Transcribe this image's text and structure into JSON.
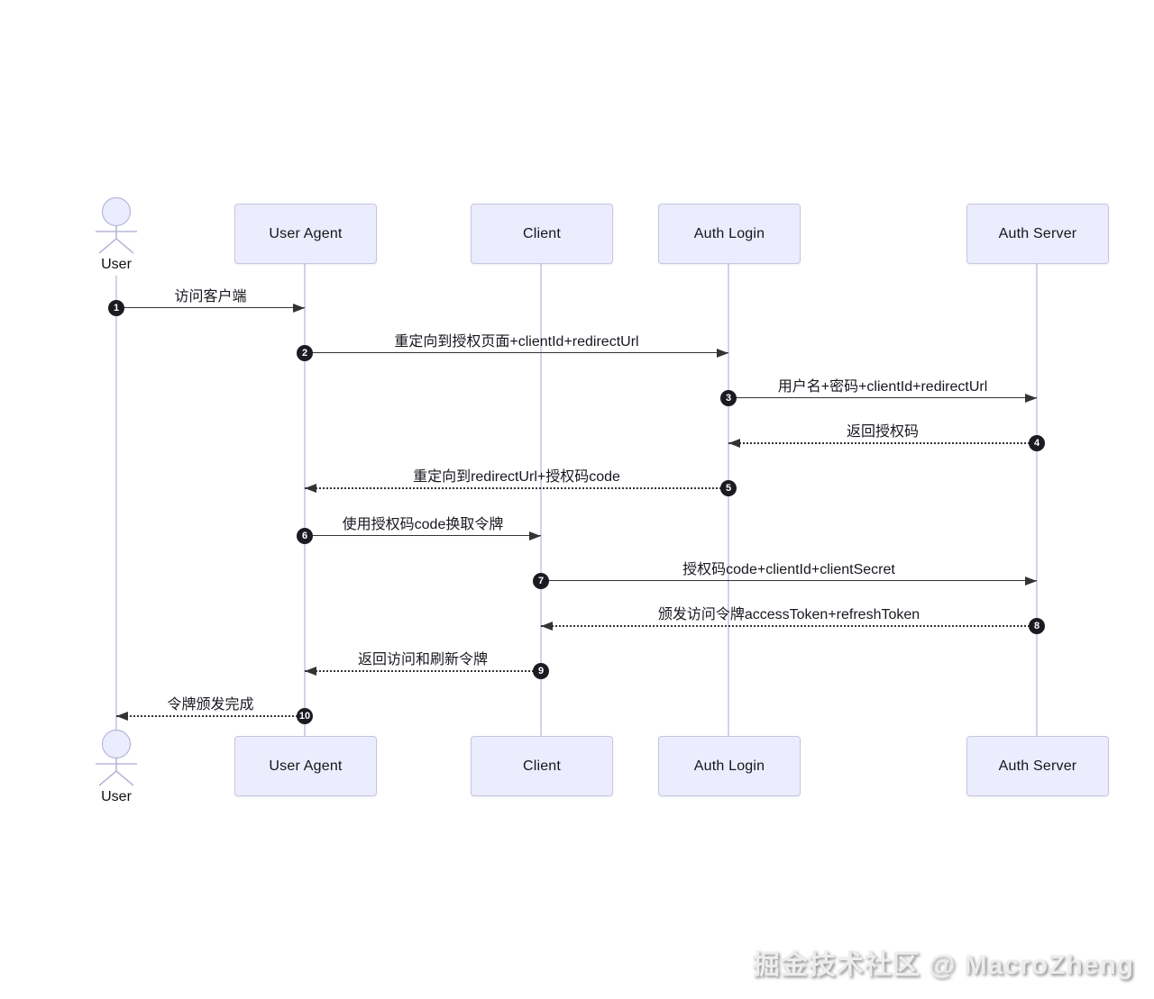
{
  "diagram": {
    "type": "sequence",
    "participants": [
      {
        "id": "user",
        "label": "User",
        "kind": "actor"
      },
      {
        "id": "user-agent",
        "label": "User Agent",
        "kind": "box"
      },
      {
        "id": "client",
        "label": "Client",
        "kind": "box"
      },
      {
        "id": "auth-login",
        "label": "Auth Login",
        "kind": "box"
      },
      {
        "id": "auth-server",
        "label": "Auth Server",
        "kind": "box"
      }
    ],
    "messages": [
      {
        "num": "1",
        "text": "访问客户端",
        "from": "user",
        "to": "user-agent",
        "line": "solid"
      },
      {
        "num": "2",
        "text": "重定向到授权页面+clientId+redirectUrl",
        "from": "user-agent",
        "to": "auth-login",
        "line": "solid"
      },
      {
        "num": "3",
        "text": "用户名+密码+clientId+redirectUrl",
        "from": "auth-login",
        "to": "auth-server",
        "line": "solid"
      },
      {
        "num": "4",
        "text": "返回授权码",
        "from": "auth-server",
        "to": "auth-login",
        "line": "dotted"
      },
      {
        "num": "5",
        "text": "重定向到redirectUrl+授权码code",
        "from": "auth-login",
        "to": "user-agent",
        "line": "dotted"
      },
      {
        "num": "6",
        "text": "使用授权码code换取令牌",
        "from": "user-agent",
        "to": "client",
        "line": "solid"
      },
      {
        "num": "7",
        "text": "授权码code+clientId+clientSecret",
        "from": "client",
        "to": "auth-server",
        "line": "solid"
      },
      {
        "num": "8",
        "text": "颁发访问令牌accessToken+refreshToken",
        "from": "auth-server",
        "to": "client",
        "line": "dotted"
      },
      {
        "num": "9",
        "text": "返回访问和刷新令牌",
        "from": "client",
        "to": "user-agent",
        "line": "dotted"
      },
      {
        "num": "10",
        "text": "令牌颁发完成",
        "from": "user-agent",
        "to": "user",
        "line": "dotted"
      }
    ],
    "colors": {
      "participant_fill": "#ececff",
      "participant_border": "#c6c6e2",
      "lifeline": "#d2d2ea",
      "arrow": "#333333",
      "badge_background": "#1b1b22",
      "badge_text": "#ffffff",
      "label_text": "#17171f"
    }
  },
  "watermark": {
    "text": "掘金技术社区 @ MacroZheng"
  }
}
